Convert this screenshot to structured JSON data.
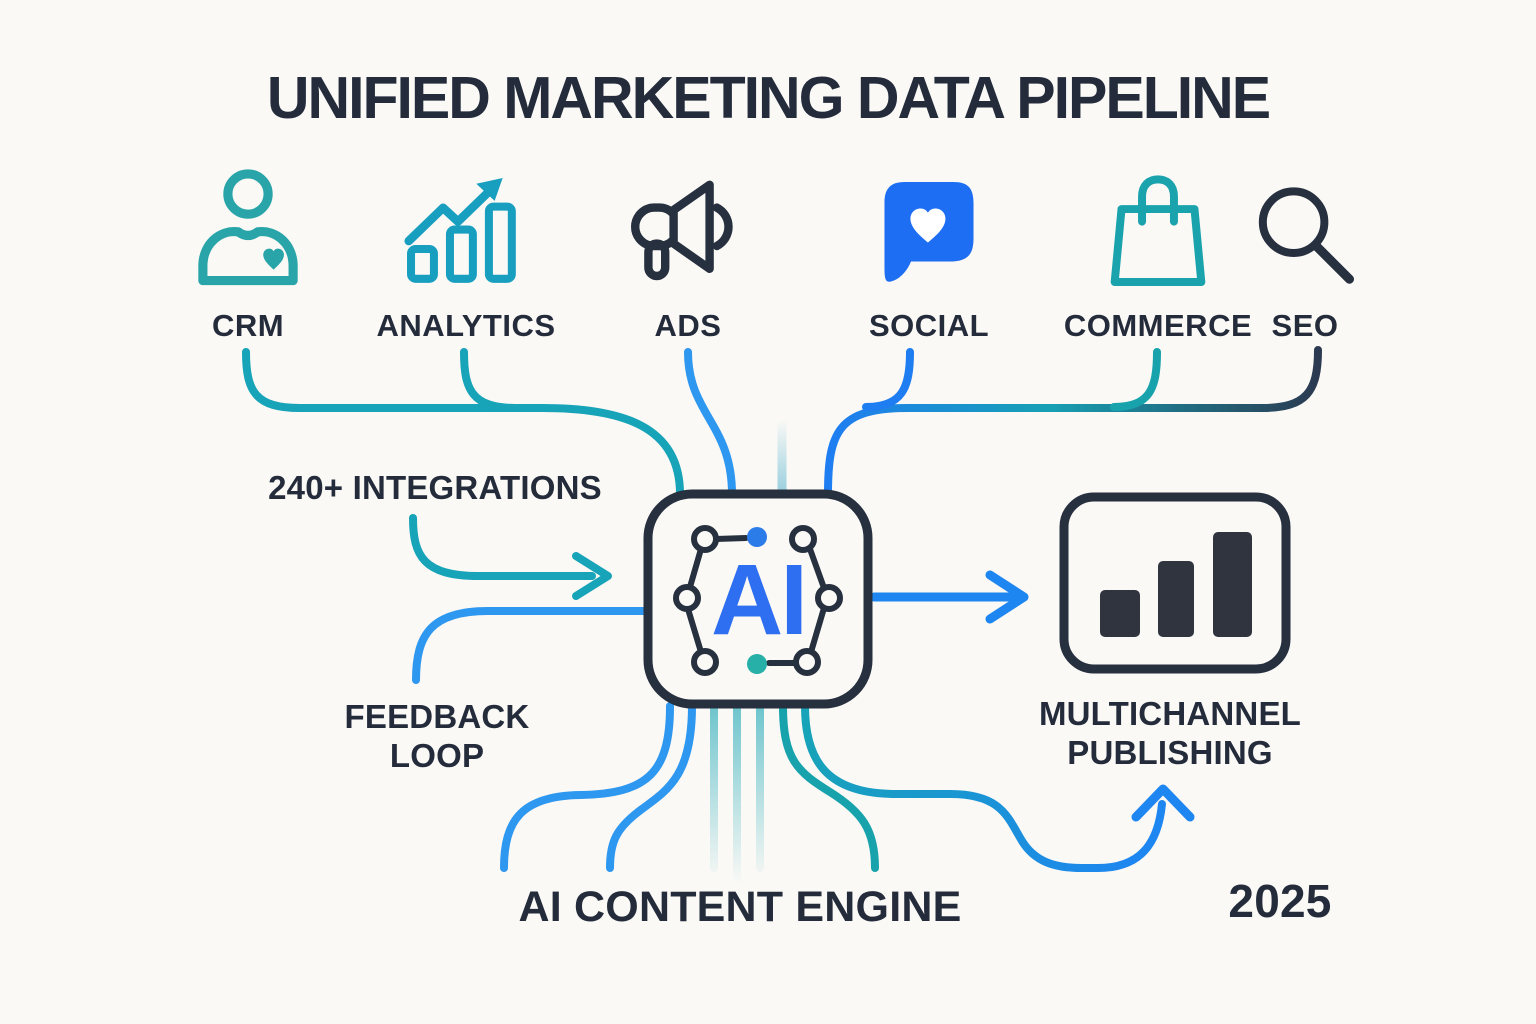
{
  "title": "UNIFIED MARKETING DATA PIPELINE",
  "sources": [
    {
      "label": "CRM",
      "icon": "person-heart-icon"
    },
    {
      "label": "ANALYTICS",
      "icon": "trend-bars-icon"
    },
    {
      "label": "ADS",
      "icon": "megaphone-icon"
    },
    {
      "label": "SOCIAL",
      "icon": "chat-bubble-heart-icon"
    },
    {
      "label": "COMMERCE",
      "icon": "shopping-bag-icon"
    },
    {
      "label": "SEO",
      "icon": "magnifying-glass-icon"
    }
  ],
  "chip": {
    "label": "AI"
  },
  "annotations": {
    "integrations": "240+ INTEGRATIONS",
    "feedback_line1": "FEEDBACK",
    "feedback_line2": "LOOP",
    "publishing_line1": "MULTICHANNEL",
    "publishing_line2": "PUBLISHING",
    "engine": "AI CONTENT ENGINE",
    "year": "2025"
  },
  "colors": {
    "background": "#faf9f6",
    "ink": "#27303f",
    "teal": "#17a3b8",
    "blue": "#2996ef",
    "social_blue": "#1d6ef3",
    "ai_blue": "#2e6ef0"
  }
}
